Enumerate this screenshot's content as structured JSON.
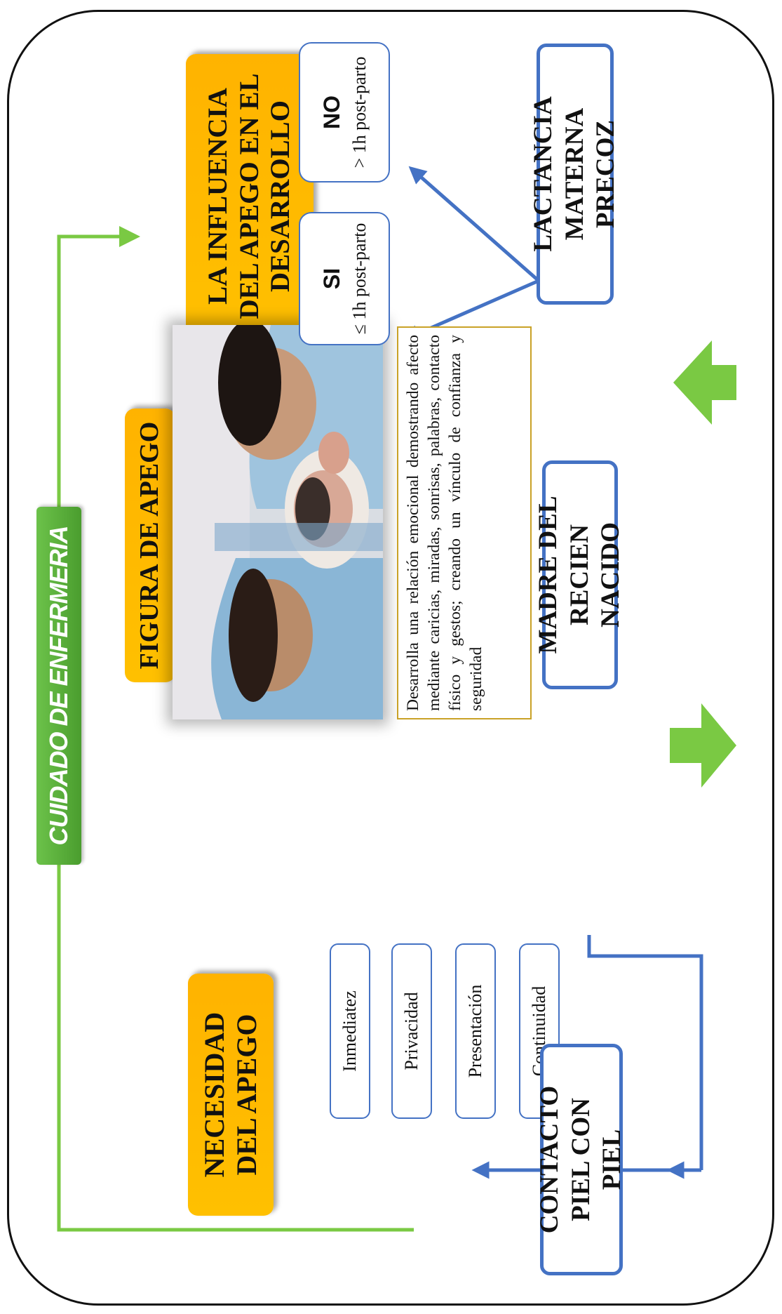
{
  "title": "CUIDADO DE ENFERMERIA",
  "branches": {
    "left": "NECESIDAD DEL APEGO",
    "center": "FIGURA DE APEGO",
    "right": "LA INFLUENCIA DEL APEGO EN EL DESARROLLO"
  },
  "needs": [
    "Inmediatez",
    "Privacidad",
    "Presentación",
    "Continuidad"
  ],
  "description": "Desarrolla una relación emocional demostrando afecto mediante caricias, miradas, sonrisas, palabras, contacto físico y gestos; creando un vínculo de confianza y seguridad",
  "flow": {
    "contacto": "CONTACTO PIEL CON PIEL",
    "madre": "MADRE DEL RECIEN NACIDO",
    "lactancia": "LACTANCIA MATERNA PRECOZ"
  },
  "outcomes": {
    "si": {
      "label": "SI",
      "detail": "≤ 1h post-parto"
    },
    "no": {
      "label": "NO",
      "detail": "> 1h post-parto"
    }
  },
  "colors": {
    "green": "#7ac943",
    "blue": "#4472c4",
    "yellow": "#ffc000",
    "border_gold": "#c9a227"
  }
}
